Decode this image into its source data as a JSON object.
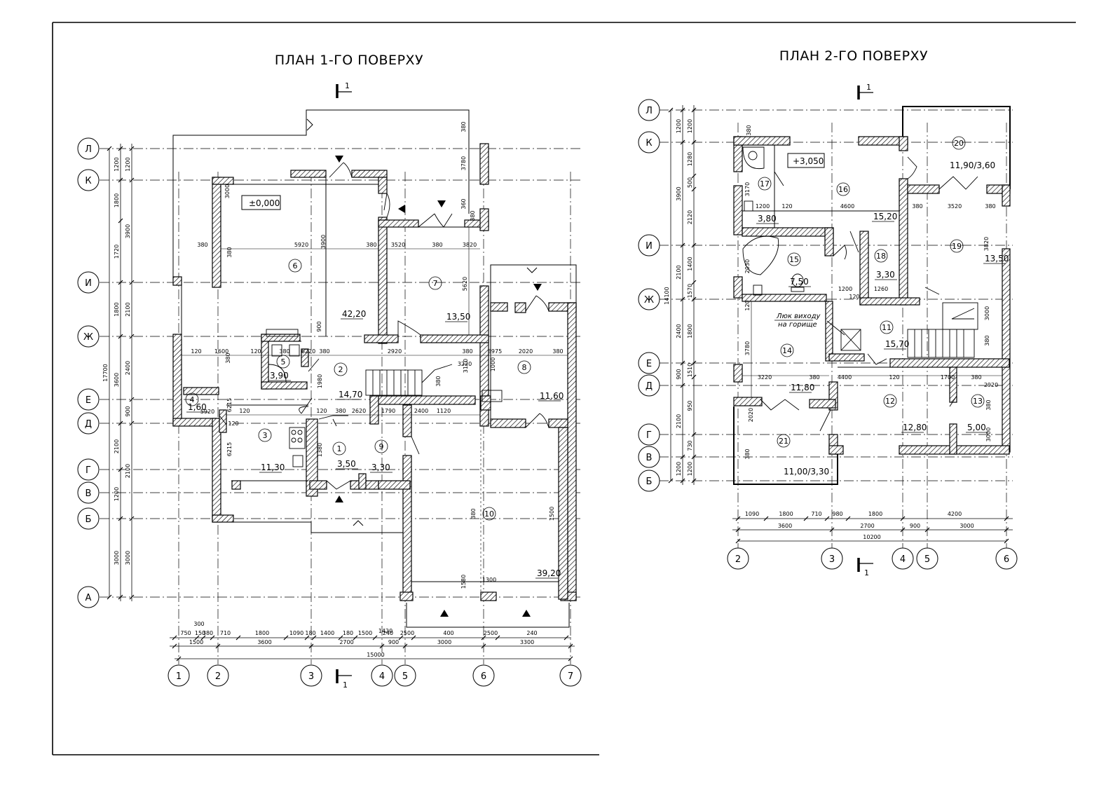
{
  "plan1": {
    "title": "ПЛАН 1-ГО ПОВЕРХУ",
    "level": "±0,000",
    "section_mark": "1",
    "axes_letters": [
      "Л",
      "К",
      "И",
      "Ж",
      "Е",
      "Д",
      "Г",
      "В",
      "Б",
      "А"
    ],
    "axes_numbers": [
      "1",
      "2",
      "3",
      "4",
      "5",
      "6",
      "7"
    ],
    "rooms": [
      {
        "num": "1",
        "area": "3,50"
      },
      {
        "num": "2",
        "area": "14,70"
      },
      {
        "num": "3",
        "area": "11,30"
      },
      {
        "num": "4",
        "area": "1,60"
      },
      {
        "num": "5",
        "area": "3,90"
      },
      {
        "num": "6",
        "area": "42,20"
      },
      {
        "num": "7",
        "area": "13,50"
      },
      {
        "num": "8",
        "area": "11,60"
      },
      {
        "num": "9",
        "area": "3,30"
      },
      {
        "num": "10",
        "area": "39,20"
      }
    ],
    "dims_bottom_row1": [
      "750",
      "150",
      "380",
      "710",
      "1800",
      "1090",
      "180",
      "1400",
      "180",
      "1500",
      "240",
      "2500",
      "400",
      "2500",
      "240"
    ],
    "dims_bottom_row1_top": [
      "300"
    ],
    "dims_bottom_row2": [
      "1500",
      "3600",
      "2700",
      "900",
      "3000",
      "3300"
    ],
    "dims_total": "15000",
    "dims_left_outer": [
      "1200",
      "3900",
      "2100",
      "2400",
      "900",
      "2100",
      "3000"
    ],
    "dims_left_inner": [
      "1200",
      "1800",
      "1720",
      "1800",
      "3600",
      "2100",
      "1200",
      "3000"
    ],
    "dims_left_total": "17700",
    "inner_dims": [
      "380",
      "5920",
      "380",
      "3520",
      "380",
      "3820",
      "5620",
      "3900",
      "380",
      "3000",
      "120",
      "1600",
      "120",
      "380",
      "6220",
      "380",
      "2920",
      "380",
      "3975",
      "2020",
      "380",
      "1000",
      "3110",
      "3220",
      "380",
      "1980",
      "120",
      "120",
      "380",
      "2620",
      "1790",
      "2400",
      "1120",
      "1380",
      "6215",
      "6215",
      "5920",
      "380",
      "1500",
      "1300",
      "1580",
      "1420",
      "380",
      "3780",
      "360",
      "380",
      "900",
      "380",
      "120"
    ]
  },
  "plan2": {
    "title": "ПЛАН 2-ГО ПОВЕРХУ",
    "level": "+3,050",
    "section_mark": "1",
    "axes_letters": [
      "Л",
      "К",
      "И",
      "Ж",
      "Е",
      "Д",
      "Г",
      "В",
      "Б"
    ],
    "axes_numbers": [
      "2",
      "3",
      "4",
      "5",
      "6"
    ],
    "rooms": [
      {
        "num": "11",
        "area": "15,70"
      },
      {
        "num": "12",
        "area": "12,80"
      },
      {
        "num": "13",
        "area": "5,00"
      },
      {
        "num": "14",
        "area": "11,80"
      },
      {
        "num": "15",
        "area": "7,50"
      },
      {
        "num": "16",
        "area": "15,20"
      },
      {
        "num": "17",
        "area": "3,80"
      },
      {
        "num": "18",
        "area": "3,30"
      },
      {
        "num": "19",
        "area": "13,50"
      },
      {
        "num": "20",
        "area": "11,90/3,60"
      },
      {
        "num": "21",
        "area": "11,00/3,30"
      }
    ],
    "note_line1": "Люк виходу",
    "note_line2": "на горище",
    "dims_bottom_row1": [
      "1090",
      "1800",
      "710",
      "980",
      "1800",
      "4200"
    ],
    "dims_bottom_row2": [
      "3600",
      "2700",
      "900",
      "3000"
    ],
    "dims_total": "10200",
    "dims_left_outer": [
      "1200",
      "3900",
      "2100",
      "2400",
      "900",
      "2100",
      "1200"
    ],
    "dims_left_inner": [
      "1200",
      "1280",
      "500",
      "2120",
      "1400",
      "1570",
      "1800",
      "1510",
      "950",
      "730",
      "1200"
    ],
    "dims_left_total": "14100",
    "inner_dims": [
      "380",
      "3170",
      "1200",
      "120",
      "4600",
      "380",
      "3520",
      "380",
      "3820",
      "2030",
      "1200",
      "1260",
      "120",
      "3780",
      "120",
      "3220",
      "380",
      "4400",
      "120",
      "1700",
      "380",
      "2920",
      "380",
      "3000",
      "380",
      "2020",
      "380",
      "3000"
    ]
  }
}
